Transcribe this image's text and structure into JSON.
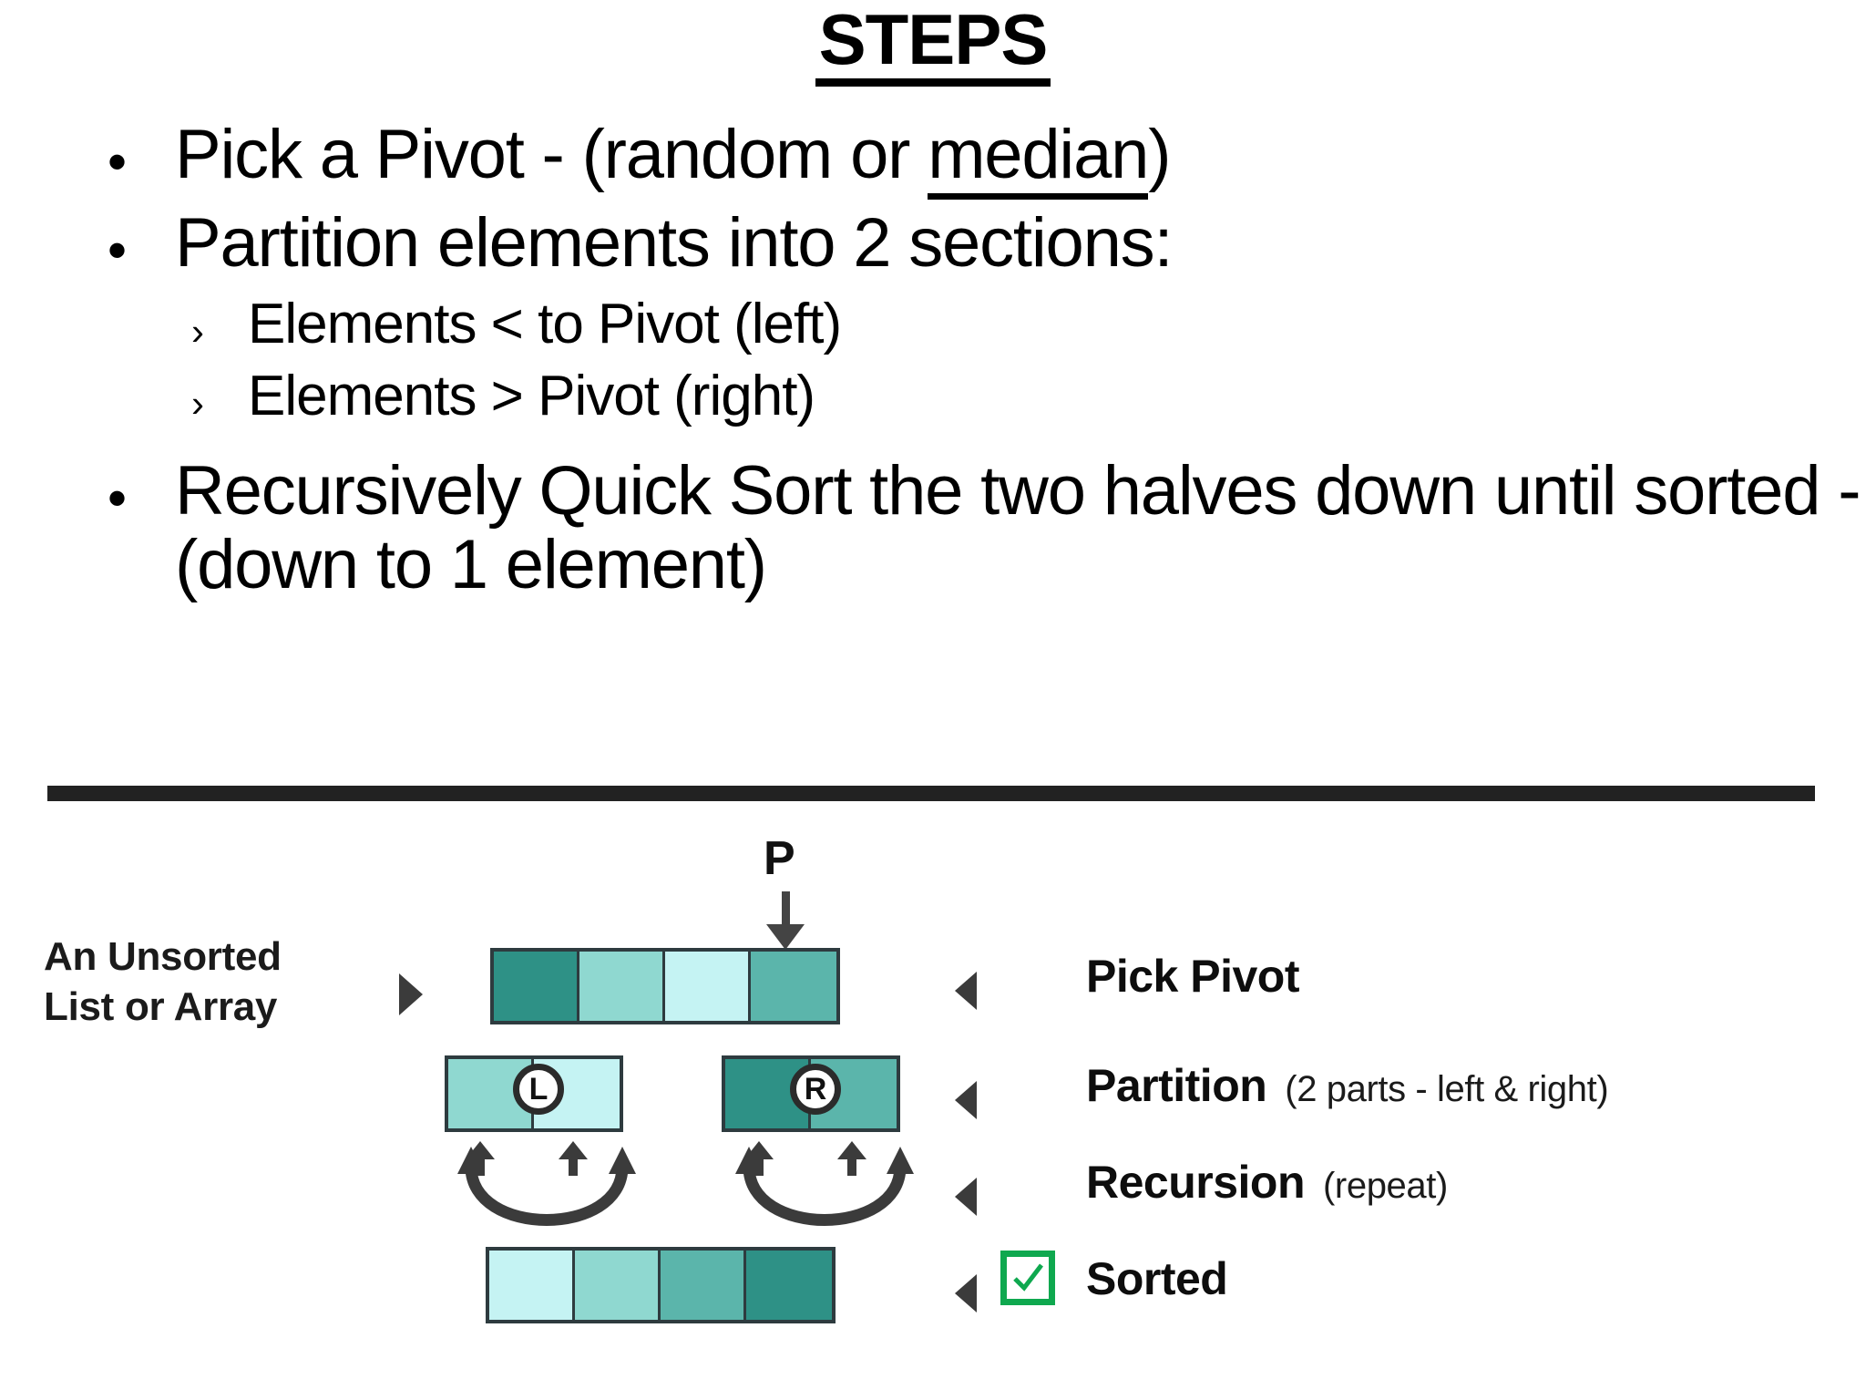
{
  "slide": {
    "title": "STEPS",
    "bullets": [
      {
        "level": 1,
        "marker": "•",
        "pre": "Pick a Pivot - (random or ",
        "underlined": "median",
        "post": ")"
      },
      {
        "level": 1,
        "marker": "•",
        "text": "Partition elements into 2 sections:"
      },
      {
        "level": 2,
        "marker": "›",
        "text": "Elements < to Pivot (left)"
      },
      {
        "level": 2,
        "marker": "›",
        "text": "Elements > Pivot (right)"
      },
      {
        "level": 1,
        "marker": "•",
        "text": "Recursively Quick Sort the two halves down until sorted - (down to 1 element)"
      }
    ]
  },
  "diagram": {
    "input_label_line1": "An Unsorted",
    "input_label_line2": "List or Array",
    "pivot_marker": "P",
    "left_badge": "L",
    "right_badge": "R",
    "arrays": {
      "unsorted": [
        "#2e9186",
        "#8fd8d0",
        "#c5f3f3",
        "#5bb5ab"
      ],
      "partition_left": [
        "#8fd8d0",
        "#c5f3f3"
      ],
      "partition_right": [
        "#2e9186",
        "#5bb5ab"
      ],
      "sorted": [
        "#c5f3f3",
        "#8fd8d0",
        "#5bb5ab",
        "#2e9186"
      ]
    },
    "steps": [
      {
        "main": "Pick Pivot",
        "sub": ""
      },
      {
        "main": "Partition",
        "sub": "(2 parts - left & right)"
      },
      {
        "main": "Recursion",
        "sub": "(repeat)"
      },
      {
        "main": "Sorted",
        "sub": ""
      }
    ]
  },
  "colors": {
    "accent_dark": "#2e9186",
    "accent_mid": "#5bb5ab",
    "accent_light": "#8fd8d0",
    "accent_pale": "#c5f3f3",
    "border": "#2e3b3f",
    "divider": "#222222",
    "check_green": "#0fa84f",
    "arrow_gray": "#3b3b3b"
  }
}
